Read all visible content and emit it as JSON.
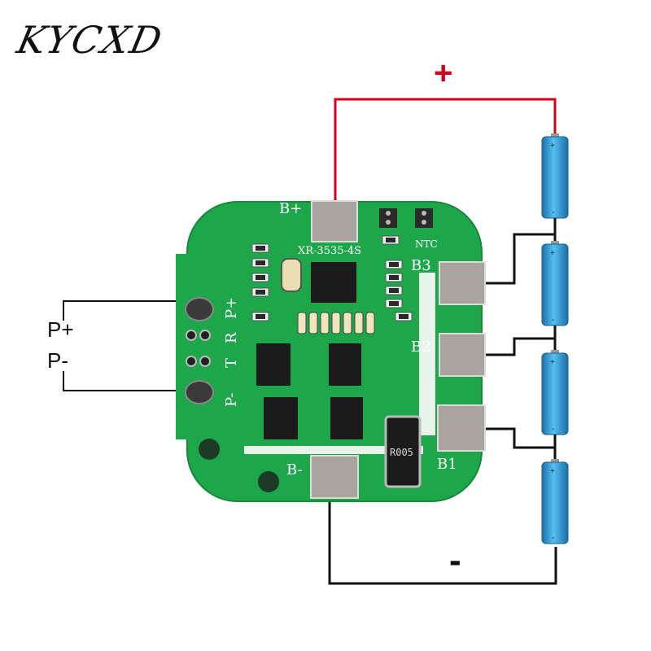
{
  "brand": {
    "logo_text": "KYCXD"
  },
  "signs": {
    "plus": "+",
    "minus": "-"
  },
  "output_labels": {
    "p_plus": "P+",
    "p_minus": "P-"
  },
  "board": {
    "model": "XR-3535-4S",
    "pad_labels": {
      "b_plus": "B+",
      "b3": "B3",
      "b2": "B2",
      "b1": "B1",
      "b_minus": "B-"
    },
    "ntc_label": "NTC",
    "side_labels": {
      "p_plus": "P+",
      "r": "R",
      "t": "T",
      "p_minus": "P-"
    },
    "shunt_label": "R005"
  },
  "cells": {
    "count": 4,
    "terminal_plus": "+",
    "terminal_minus": "-"
  },
  "colors": {
    "board": "#1ea64a",
    "board_dark": "#138a3a",
    "pad": "#a9a49e",
    "wire_positive": "#d0021b",
    "wire": "#111111",
    "cell": "#2c9fd6"
  }
}
